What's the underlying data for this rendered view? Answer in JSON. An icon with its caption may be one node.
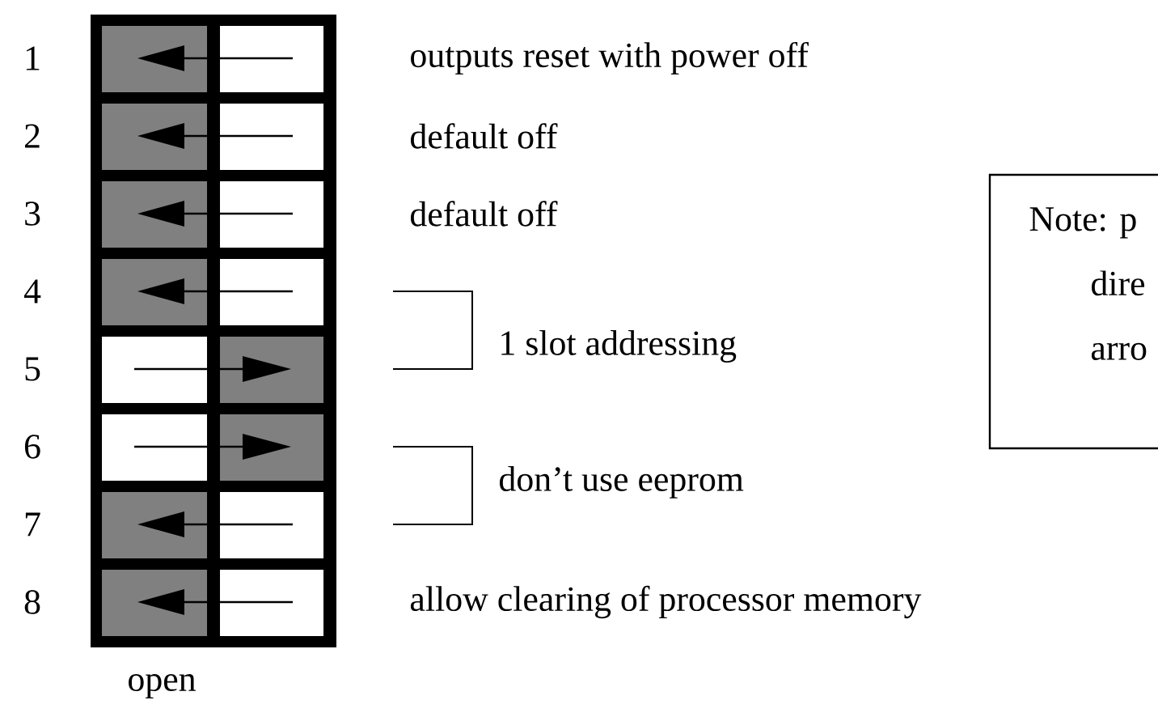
{
  "diagram": {
    "nodes": [
      {
        "text": [
          "Note: p",
          "dire",
          "arro"
        ]
      }
    ],
    "labels": [
      "1",
      "outputs reset with power off",
      "2",
      "default off",
      "3",
      "default off",
      "4",
      "5",
      "1 slot addressing",
      "6",
      "don’t use eeprom",
      "7",
      "8",
      "allow clearing of processor memory",
      "open"
    ]
  }
}
